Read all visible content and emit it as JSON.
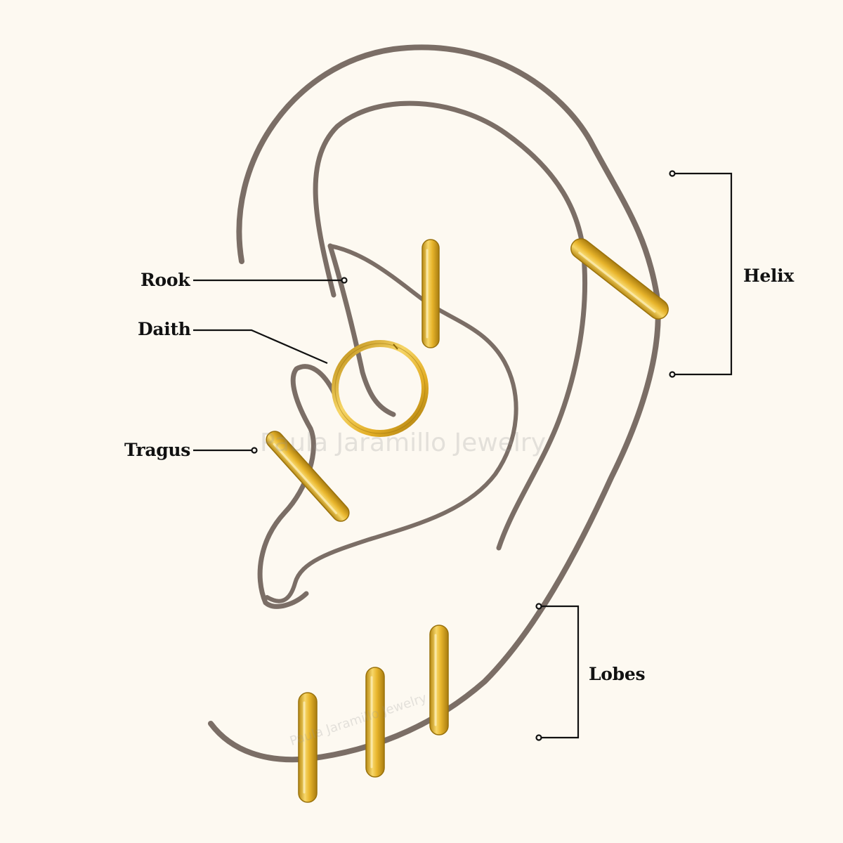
{
  "labels": {
    "rook": "Rook",
    "daith": "Daith",
    "tragus": "Tragus",
    "helix": "Helix",
    "lobes": "Lobes"
  },
  "watermark": {
    "main": "Paula Jaramillo Jewelry",
    "lobe": "Paula Jaramillo Jewelry"
  },
  "colors": {
    "background": "#fdf9f1",
    "ear_outline": "#7b6e66",
    "gold": "#e2b22d",
    "line": "#111111"
  }
}
